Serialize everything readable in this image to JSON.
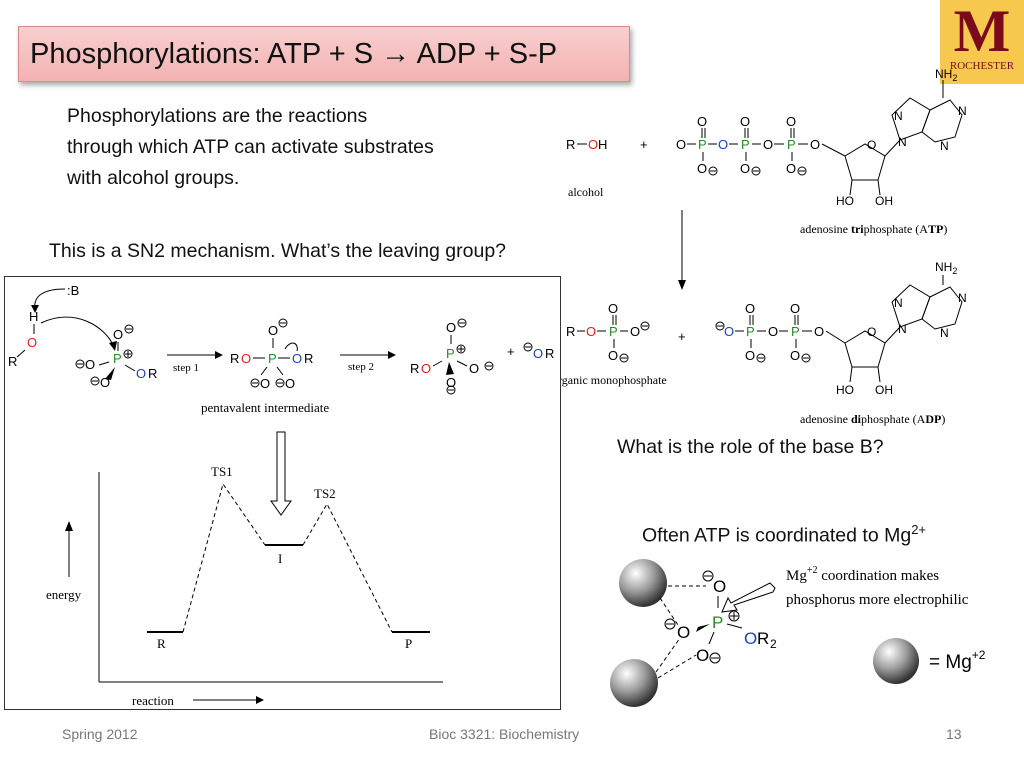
{
  "slide": {
    "title": "Phosphorylations: ATP + S → ADP + S-P",
    "logo_letter": "M",
    "logo_text": "ROCHESTER",
    "intro_lines": [
      "Phosphorylations are the reactions",
      "through which ATP can activate substrates",
      "with alcohol groups."
    ],
    "sn2_question": "This is a SN2 mechanism. What’s the leaving group?",
    "base_question": "What is the role of the base B?",
    "mg_text": "Often ATP is coordinated to Mg",
    "mg_superscript": "2+",
    "mg_caption_line1": "coordination makes",
    "mg_caption_line2": "phosphorus more electrophilic",
    "mg_legend": "= Mg"
  },
  "scheme_top": {
    "alcohol_label": "alcohol",
    "atp_label_pre": "adenosine ",
    "atp_label_bold": "tri",
    "atp_label_post": "phosphate (A",
    "atp_label_bold2": "TP",
    "atp_label_end": ")",
    "product_label": "organic monophosphate",
    "adp_label_pre": "adenosine ",
    "adp_label_bold": "di",
    "adp_label_post": "phosphate (A",
    "adp_label_bold2": "DP",
    "adp_label_end": ")"
  },
  "mechanism": {
    "base": ":B",
    "step1": "step 1",
    "step2": "step 2",
    "intermediate": "pentavalent intermediate"
  },
  "energy_diagram": {
    "ylabel": "energy",
    "xlabel": "reaction",
    "labels": [
      "R",
      "TS1",
      "I",
      "TS2",
      "P"
    ]
  },
  "footer": {
    "left": "Spring 2012",
    "center": "Bioc 3321: Biochemistry",
    "page": "13"
  },
  "colors": {
    "title_bg": "#f5bcbc",
    "oxygen": "#e0201d",
    "phosphorus": "#2a8a2a",
    "r_group_o": "#2040c0",
    "logo_bg": "#f6c84d",
    "logo_fg": "#7a0a19"
  }
}
